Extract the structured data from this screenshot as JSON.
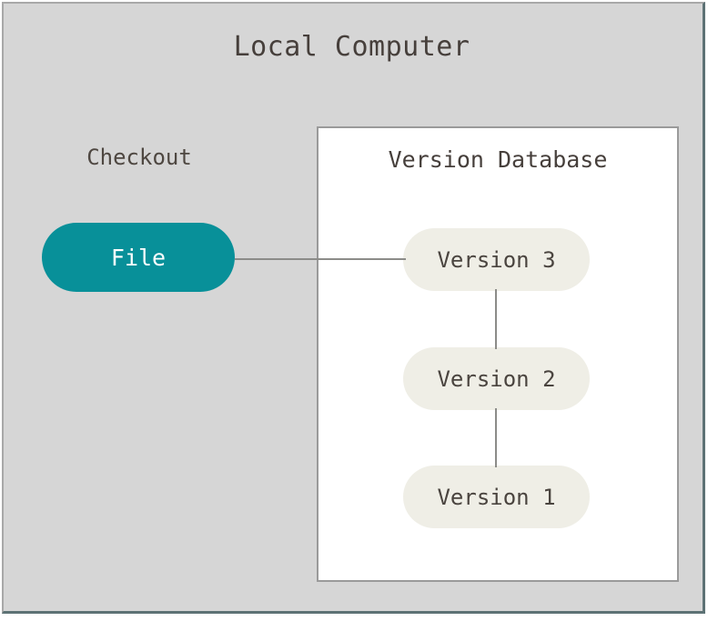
{
  "diagram": {
    "title": "Local Computer",
    "colors": {
      "frame_background": "#d6d6d6",
      "frame_border": "#a8a8a8",
      "frame_shadow_edge": "#5d7275",
      "panel_background": "#ffffff",
      "panel_border": "#9a9a9a",
      "checkout_node_fill": "#089099",
      "checkout_node_text": "#ffffff",
      "version_node_fill": "#efeee6",
      "version_node_text": "#4a443f",
      "title_text": "#463f3b",
      "connector": "#8c8c89"
    },
    "checkout": {
      "label": "Checkout",
      "node": {
        "label": "File",
        "shape": "pill"
      }
    },
    "version_database": {
      "title": "Version Database",
      "nodes": [
        {
          "label": "Version 3",
          "shape": "pill"
        },
        {
          "label": "Version 2",
          "shape": "pill"
        },
        {
          "label": "Version 1",
          "shape": "pill"
        }
      ]
    },
    "connectors": [
      {
        "from": "File",
        "to": "Version 3",
        "orientation": "horizontal"
      },
      {
        "from": "Version 3",
        "to": "Version 2",
        "orientation": "vertical"
      },
      {
        "from": "Version 2",
        "to": "Version 1",
        "orientation": "vertical"
      }
    ]
  }
}
